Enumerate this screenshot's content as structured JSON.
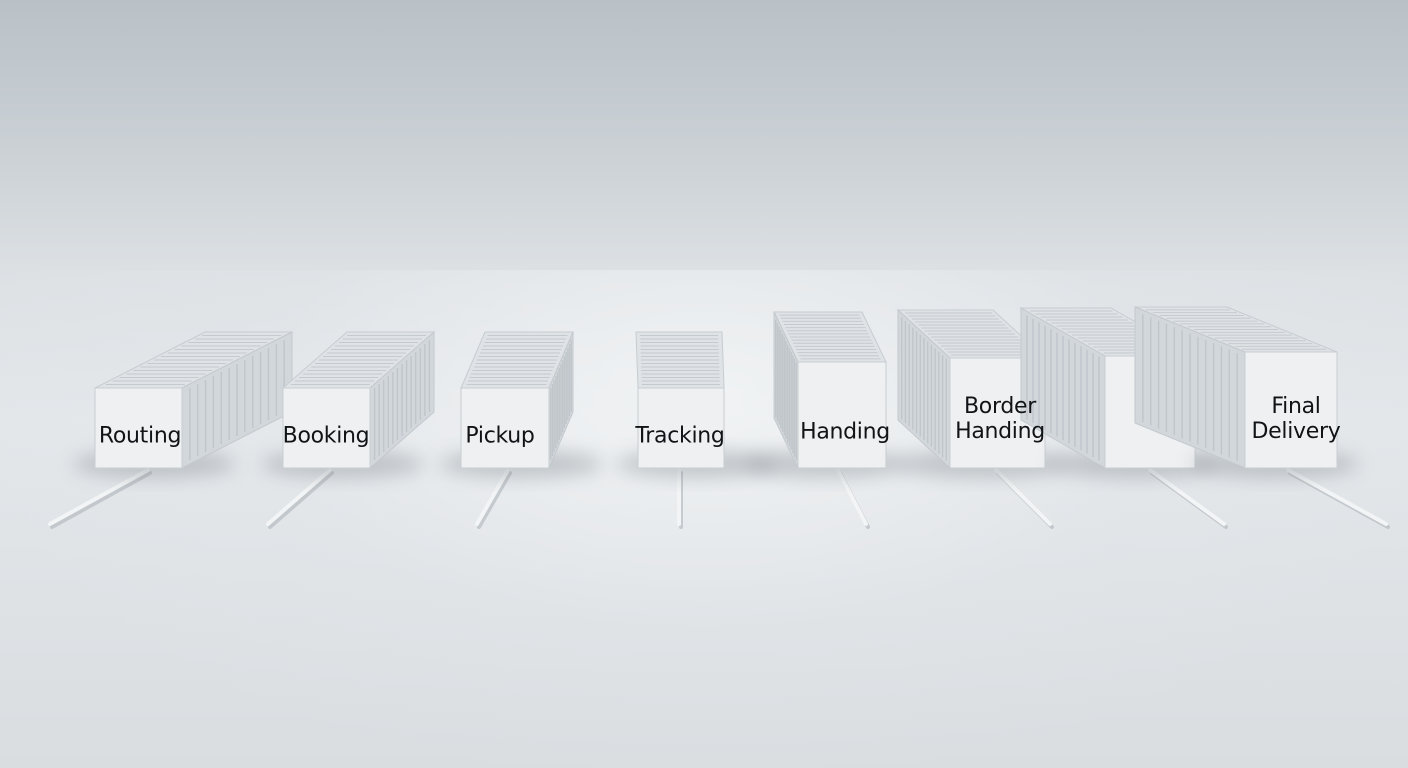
{
  "stages": [
    {
      "label": "Routing"
    },
    {
      "label": "Booking"
    },
    {
      "label": "Pickup"
    },
    {
      "label": "Tracking"
    },
    {
      "label": "Handing"
    },
    {
      "label": "Border\nHanding"
    },
    {
      "label": ""
    },
    {
      "label": "Final\nDelivery"
    }
  ],
  "colors": {
    "front_face": "#eef0f2",
    "top_face": "#dfe3e6",
    "side_face": "#d2d7db",
    "corrugation": "#b9c0c5",
    "label_text": "#111417",
    "rail": "#f2f4f5",
    "rail_shadow": "#aab1b7"
  }
}
